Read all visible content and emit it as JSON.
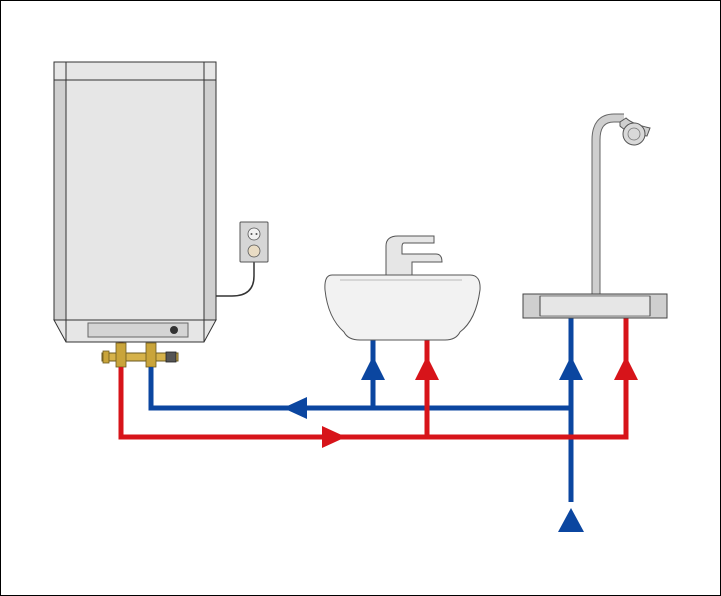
{
  "diagram": {
    "type": "plumbing-schematic",
    "colors": {
      "hot_pipe": "#d7141a",
      "cold_pipe": "#0b46a0",
      "appliance_fill": "#e6e6e6",
      "appliance_shade": "#cfcfcf",
      "outline": "#333333",
      "brass": "#d6b24a",
      "frame": "#000000"
    },
    "components": [
      {
        "name": "water-heater",
        "icon": "boiler-icon"
      },
      {
        "name": "wall-socket",
        "icon": "power-outlet-icon"
      },
      {
        "name": "mixing-valve",
        "icon": "valve-icon"
      },
      {
        "name": "washbasin",
        "icon": "sink-icon"
      },
      {
        "name": "basin-faucet",
        "icon": "faucet-icon"
      },
      {
        "name": "shower-mixer-bar",
        "icon": "shower-mixer-icon"
      },
      {
        "name": "shower-head",
        "icon": "shower-head-icon"
      }
    ],
    "flow_arrows": [
      {
        "name": "cold-return-arrow",
        "direction": "left",
        "pipe": "cold"
      },
      {
        "name": "hot-supply-arrow",
        "direction": "right",
        "pipe": "hot"
      },
      {
        "name": "basin-cold-arrow",
        "direction": "up",
        "pipe": "cold"
      },
      {
        "name": "basin-hot-arrow",
        "direction": "up",
        "pipe": "hot"
      },
      {
        "name": "shower-cold-arrow",
        "direction": "up",
        "pipe": "cold"
      },
      {
        "name": "shower-hot-arrow",
        "direction": "up",
        "pipe": "hot"
      },
      {
        "name": "mains-inlet-arrow",
        "direction": "up",
        "pipe": "cold"
      }
    ]
  }
}
